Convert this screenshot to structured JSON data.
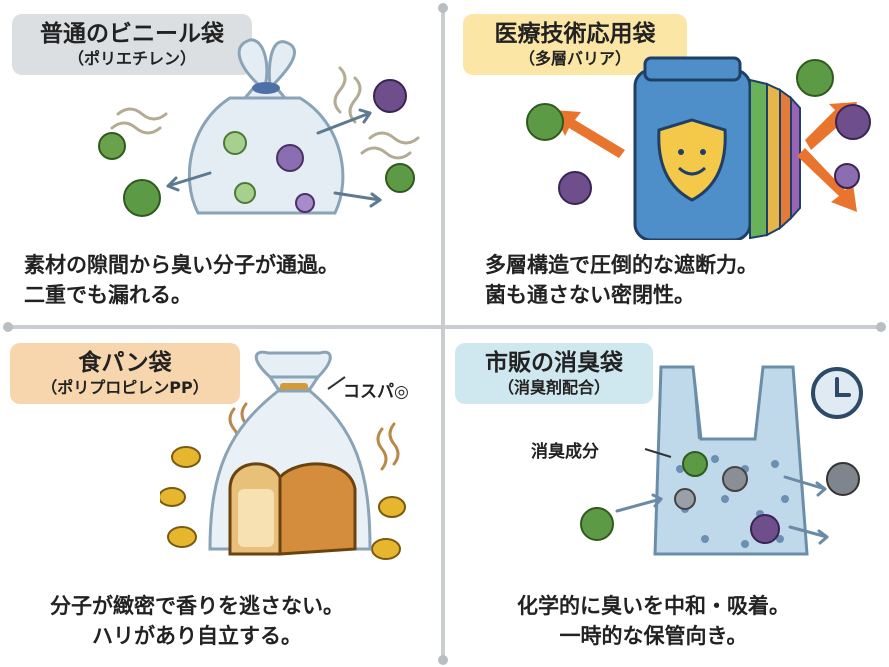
{
  "panels": {
    "plastic": {
      "title": "普通のビニール袋",
      "subtitle": "（ポリエチレン）",
      "caption_1": "素材の隙間から臭い分子が通過。",
      "caption_2": "二重でも漏れる。"
    },
    "medical": {
      "title": "医療技術応用袋",
      "subtitle": "（多層バリア）",
      "caption_1": "多層構造で圧倒的な遮断力。",
      "caption_2": "菌も通さない密閉性。"
    },
    "bread": {
      "title": "食パン袋",
      "subtitle": "（ポリプロピレンPP）",
      "note": "コスパ◎",
      "caption_1": "分子が緻密で香りを逃さない。",
      "caption_2": "ハリがあり自立する。"
    },
    "commercial": {
      "title": "市販の消臭袋",
      "subtitle": "（消臭剤配合）",
      "note": "消臭成分",
      "caption_1": "化学的に臭いを中和・吸着。",
      "caption_2": "一時的な保管向き。"
    }
  },
  "colors": {
    "tag_gray": "#dcdfe2",
    "tag_yellow": "#fbe6a6",
    "tag_orange": "#f8d6ad",
    "tag_blue": "#cfe8ef",
    "germ_green": "#5d9a45",
    "germ_purple": "#6e4f8c",
    "arrow_orange": "#e8742e",
    "bag_blue": "#4f8fc9"
  },
  "icons": [
    "germ-icon",
    "shield-icon",
    "clock-icon",
    "coin-icon",
    "bread-icon",
    "arrow-icon"
  ]
}
